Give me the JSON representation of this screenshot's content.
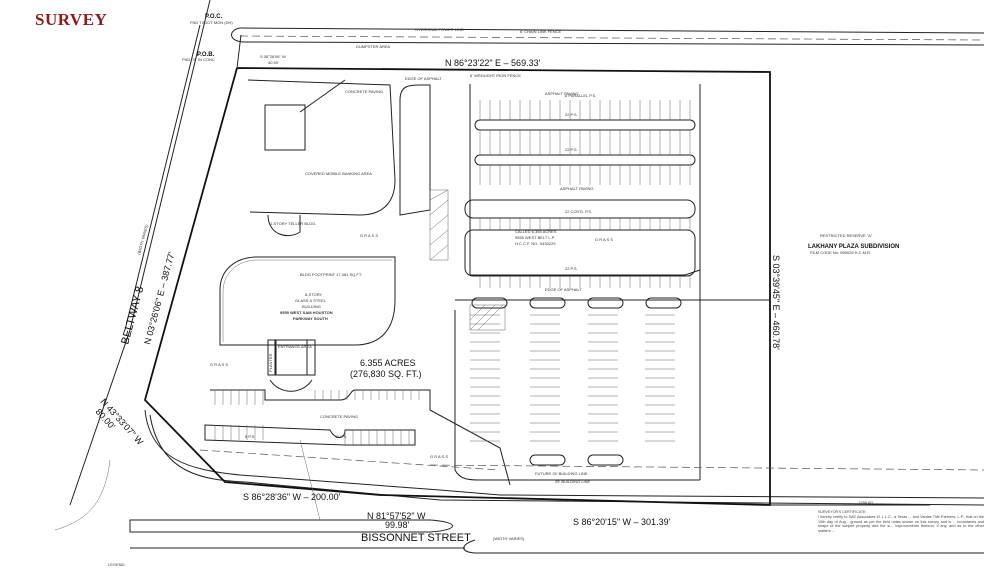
{
  "title": "SURVEY",
  "title_color": "#8b1a1a",
  "points": {
    "poc": "P.O.C.",
    "pob": "P.O.B.",
    "poc_note": "FND TXDOT MON (DH)",
    "pob_note": "FND \"X\" IN CONC"
  },
  "bearings": {
    "north": "N 86°23'22\" E  –  569.33'",
    "east": "S 03°39'45\" E  –  460.78'",
    "west": "N 03°26'06\" E  –  387.77'",
    "pob_tie": "S 08°26'06\" W",
    "pob_tie_dist": "40.90'",
    "corner_cut": "N 43°33'07\" W",
    "corner_cut_dist": "80.00'",
    "south_1": "S 86°28'36\" W  –  200.00'",
    "south_2": "N 81°57'52\" W",
    "south_2_dist": "99.98'",
    "south_3": "S 86°20'15\" W  –  301.39'"
  },
  "streets": {
    "west": "BELTWAY 8",
    "west_width": "(WIDTH VARIES)",
    "south": "BISSONNET  STREET",
    "south_width": "(WIDTH VARIES)"
  },
  "building": {
    "footprint": "BLDG FOOTPRINT 17,461 SQ.FT.",
    "description_1": "8-STORY",
    "description_2": "GLASS & STEEL",
    "description_3": "BUILDING",
    "address_1": "9555 WEST SAM HOUSTON",
    "address_2": "PARKWAY SOUTH",
    "entrance": "ENTRANCE AREA",
    "teller": "1-STORY TELLER BLDG.",
    "covered": "COVERED MOBILE BANKING AREA"
  },
  "area": {
    "acres": "6.355 ACRES",
    "sqft": "(276,830 SQ. FT.)"
  },
  "adjacent": {
    "called_1": "CALLED 6.355 ACRES",
    "called_2": "9555 WEST BELT L.P.",
    "called_3": "H.C.C.F. NO. X430229"
  },
  "reserve": {
    "line1": "RESTRICTED RESERVE \"A\"",
    "line2": "LAKHANY PLAZA SUBDIVISION",
    "line3": "FILM CODE No. 599026 H.C.M.R."
  },
  "labels": {
    "concrete_paving": "CONCRETE PAVING",
    "asphalt_paving": "ASPHALT PAVING",
    "grass": "G R A S S",
    "edge_asphalt": "EDGE OF ASPHALT",
    "iron_fence": "6' WROUGHT IRON FENCE",
    "chain_fence": "6' CHAIN LINK FENCE",
    "overhead_power": "OVERHEAD POWER LINE",
    "dumpster": "DUMPSTER AREA",
    "parallel_ps": "8 PARALLEL P.S.",
    "ps_22": "22 P.S.",
    "ps_22_covd": "22 COV'D. P.S.",
    "ps_8": "8 P.S.",
    "ps_11": "11 P.S.",
    "future_building_line": "FUTURE 25' BUILDING LINE",
    "building_line": "25' BUILDING LINE",
    "planter": "PLANTER",
    "dist_1288": "1288.60'",
    "legend": "LEGEND:"
  },
  "certificate": {
    "heading": "SURVEYOR'S CERTIFICATE:",
    "body": "I hereby certify to SAE Associates III, L.L.C., a Texas ... and Vantas Title Partners, L.P., that on the 10th day of Aug... ground as per the field notes shown on this survey and is ... boundaries and shape of the subject property and the si... improvements thereon, if any, and as to the other matters ..."
  }
}
